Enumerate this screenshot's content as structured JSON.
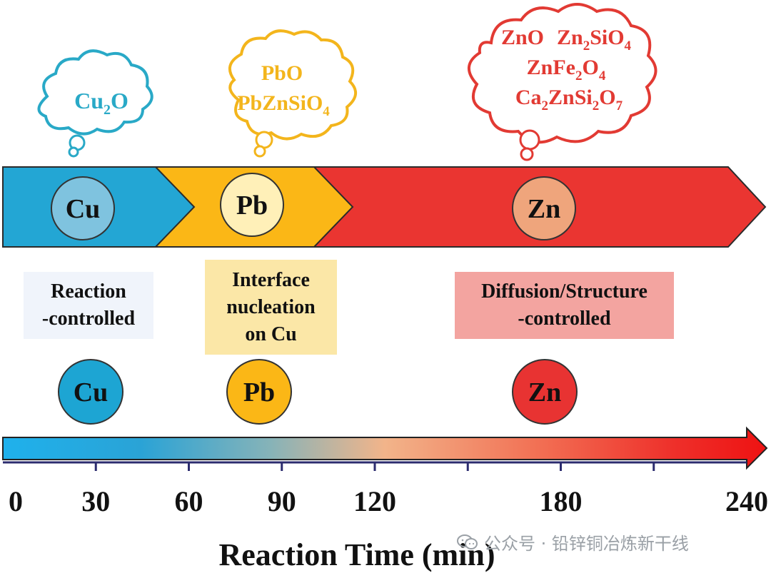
{
  "clouds": {
    "cu": {
      "lines": [
        "Cu",
        "2",
        "O"
      ],
      "color": "#29a9c7"
    },
    "pb": {
      "line1": "PbO",
      "line2a": "PbZnSiO",
      "line2b": "4",
      "color": "#f3b51c"
    },
    "zn": {
      "color": "#e23a33",
      "l1a": "ZnO",
      "l1b": "Zn",
      "l1c": "2",
      "l1d": "SiO",
      "l1e": "4",
      "l2a": "ZnFe",
      "l2b": "2",
      "l2c": "O",
      "l2d": "4",
      "l3a": "Ca",
      "l3b": "2",
      "l3c": "ZnSi",
      "l3d": "2",
      "l3e": "O",
      "l3f": "7"
    }
  },
  "stages": [
    {
      "element": "Cu",
      "color": "#23a6d4",
      "circle_fill": "#7fc3df"
    },
    {
      "element": "Pb",
      "color": "#fbb716",
      "circle_fill": "#fff0b8"
    },
    {
      "element": "Zn",
      "color": "#ea3531",
      "circle_fill": "#efa57c"
    }
  ],
  "mechanisms": [
    {
      "lines": [
        "Reaction",
        "-controlled"
      ],
      "bg": "#f0f4fb"
    },
    {
      "lines": [
        "Interface",
        "nucleation",
        "on Cu"
      ],
      "bg": "#fbe7a7"
    },
    {
      "lines": [
        "Diffusion/Structure",
        "-controlled"
      ],
      "bg": "#f3a4a0"
    }
  ],
  "markers": [
    {
      "label": "Cu",
      "fill": "#1da5d3"
    },
    {
      "label": "Pb",
      "fill": "#fbb716"
    },
    {
      "label": "Zn",
      "fill": "#e83332"
    }
  ],
  "axis": {
    "title": "Reaction Time (min)",
    "min": 0,
    "max": 240,
    "tick_labels": [
      0,
      30,
      60,
      90,
      120,
      180,
      240
    ],
    "minor_ticks": [
      30,
      60,
      90,
      120,
      150,
      180,
      210
    ]
  },
  "watermark": "公众号 · 铅锌铜冶炼新干线"
}
